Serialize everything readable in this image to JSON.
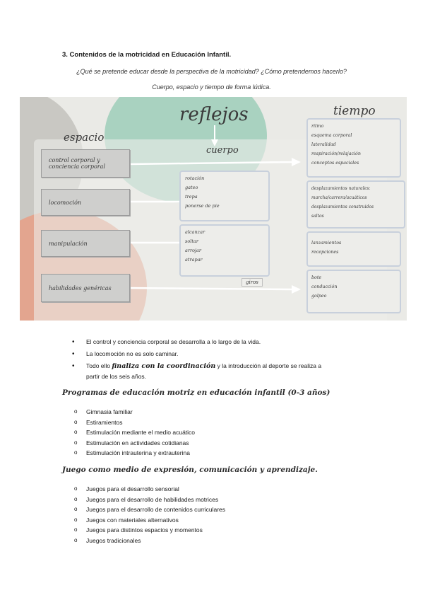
{
  "heading": "3. Contenidos de la motricidad en Educación Infantil.",
  "question": "¿Qué se pretende educar desde la perspectiva de la motricidad? ¿Cómo pretendemos hacerlo?",
  "subtitle": "Cuerpo, espacio y tiempo de forma lúdica.",
  "diagram": {
    "reflejos": "reflejos",
    "espacio": "espacio",
    "cuerpo": "cuerpo",
    "tiempo": "tiempo",
    "left_boxes": [
      "control corporal y conciencia corporal",
      "locomoción",
      "manipulación",
      "habilidades genéricas"
    ],
    "center_boxes": [
      [
        "rotación",
        "gateo",
        "trepa",
        "ponerse de pie"
      ],
      [
        "alcanzar",
        "soltar",
        "arrojar",
        "atrapar"
      ]
    ],
    "giros": "giros",
    "right_boxes": [
      [
        "ritmo",
        "esquema corporal",
        "lateralidad",
        "respiración/relajación",
        "conceptos espaciales"
      ],
      [
        "desplazamientos naturales:",
        "marcha/carrera/acuáticos",
        "desplazamientos construidos",
        "saltos"
      ],
      [
        "lanzamientos",
        "recepciones"
      ],
      [
        "bote",
        "conducción",
        "golpeo"
      ]
    ]
  },
  "bullets": {
    "b1": "El control y conciencia corporal se desarrolla a lo largo de la vida.",
    "b2": "La locomoción no es solo caminar.",
    "b3_pre": "Todo ello ",
    "b3_emph": "finaliza con la coordinación",
    "b3_post": " y la introducción al deporte se realiza a",
    "b3_cont": "partir de los seis años."
  },
  "section1": {
    "title": "Programas de educación motriz en educación infantil (0-3 años)",
    "items": [
      "Gimnasia familiar",
      "Estiramientos",
      "Estimulación mediante el medio acuático",
      "Estimulación en actividades cotidianas",
      "Estimulación intrauterina y extrauterina"
    ]
  },
  "section2": {
    "title": "Juego como medio de expresión, comunicación y aprendizaje.",
    "items": [
      "Juegos para el desarrollo sensorial",
      "Juegos para el desarrollo de habilidades motrices",
      "Juegos para el desarrollo de contenidos curriculares",
      "Juegos con materiales alternativos",
      "Juegos para distintos espacios y momentos",
      "Juegos tradicionales"
    ]
  }
}
